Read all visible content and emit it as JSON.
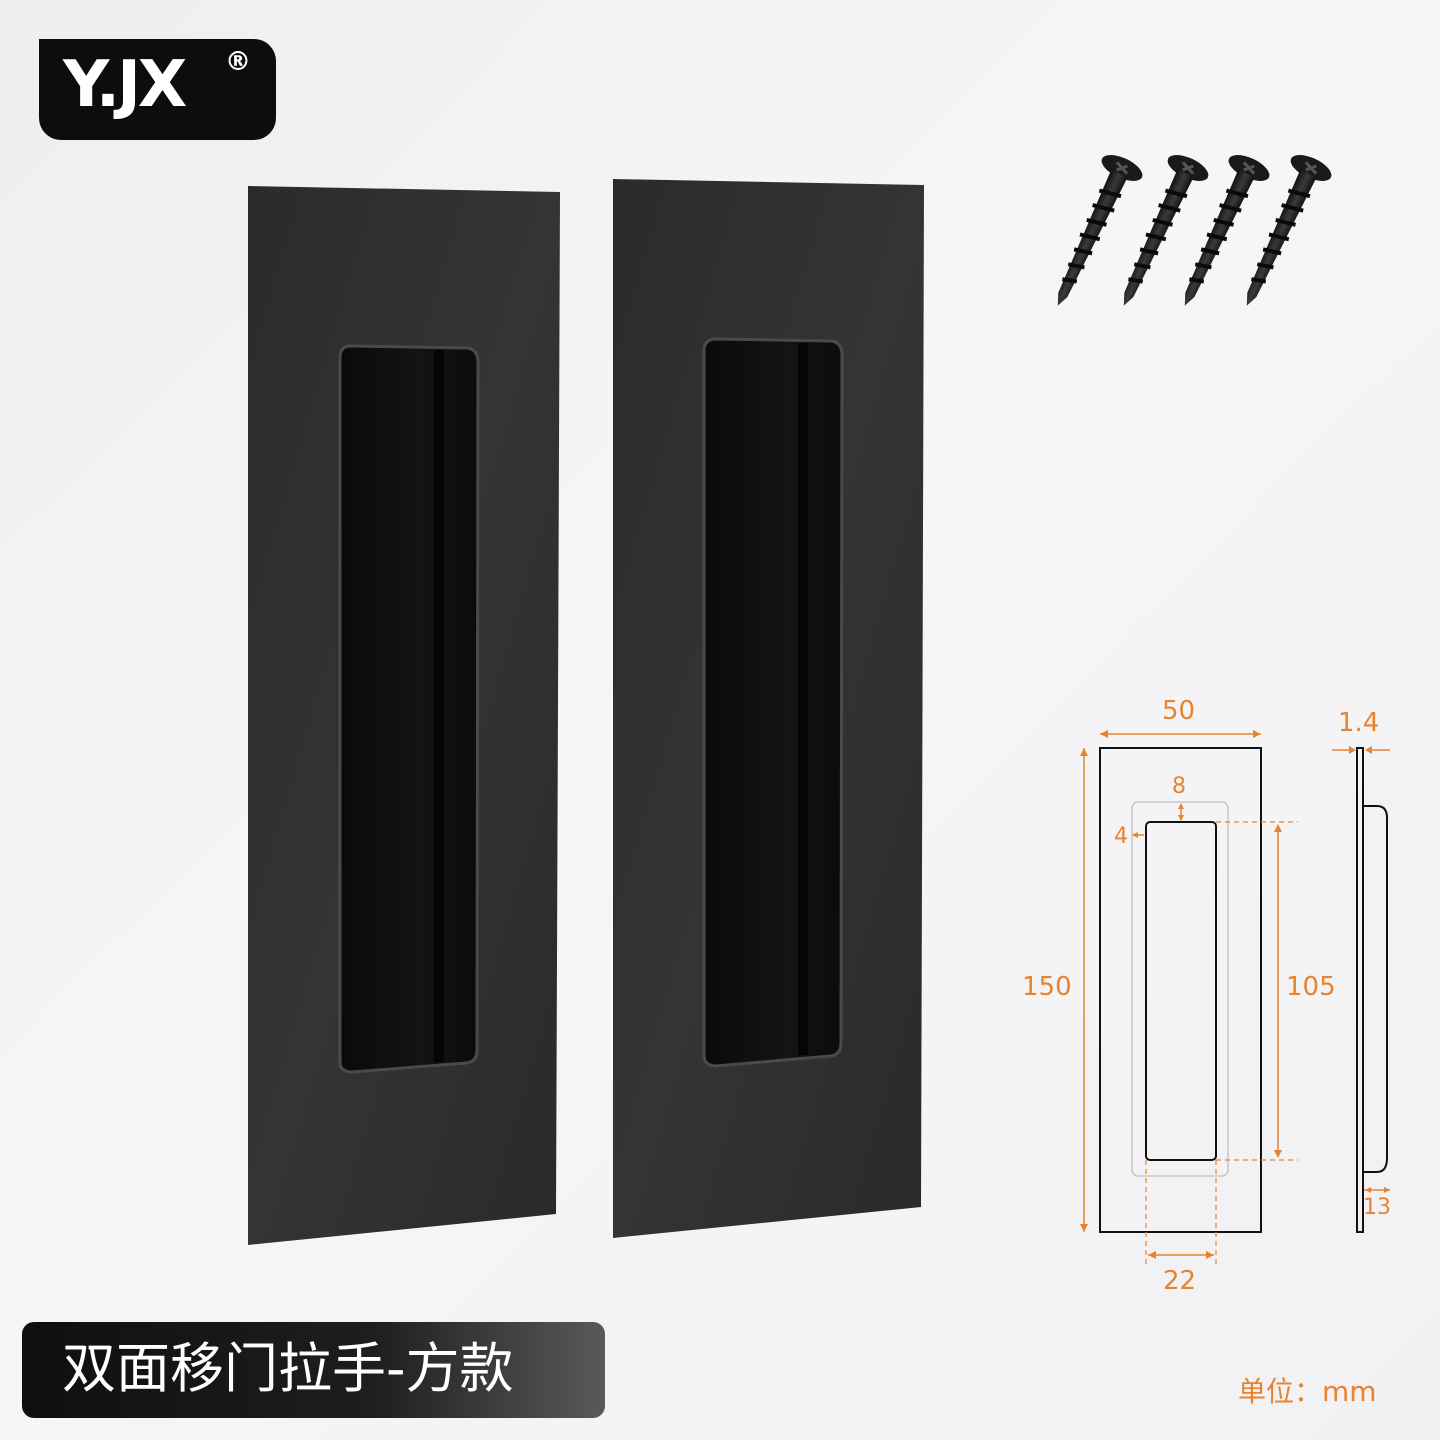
{
  "brand": {
    "logo_text": "Y.JX",
    "registered_mark": "®"
  },
  "product": {
    "title": "双面移门拉手-方款",
    "unit_label": "单位：mm",
    "handle_count": 2,
    "screw_count": 4
  },
  "dimensions": {
    "width": "50",
    "height": "150",
    "inner_height": "105",
    "inner_width": "22",
    "top_offset": "8",
    "side_offset": "4",
    "thickness": "1.4",
    "depth": "13"
  },
  "colors": {
    "handle": "#2c2c2e",
    "accent": "#e8832f",
    "background": "#f3f3f5"
  }
}
